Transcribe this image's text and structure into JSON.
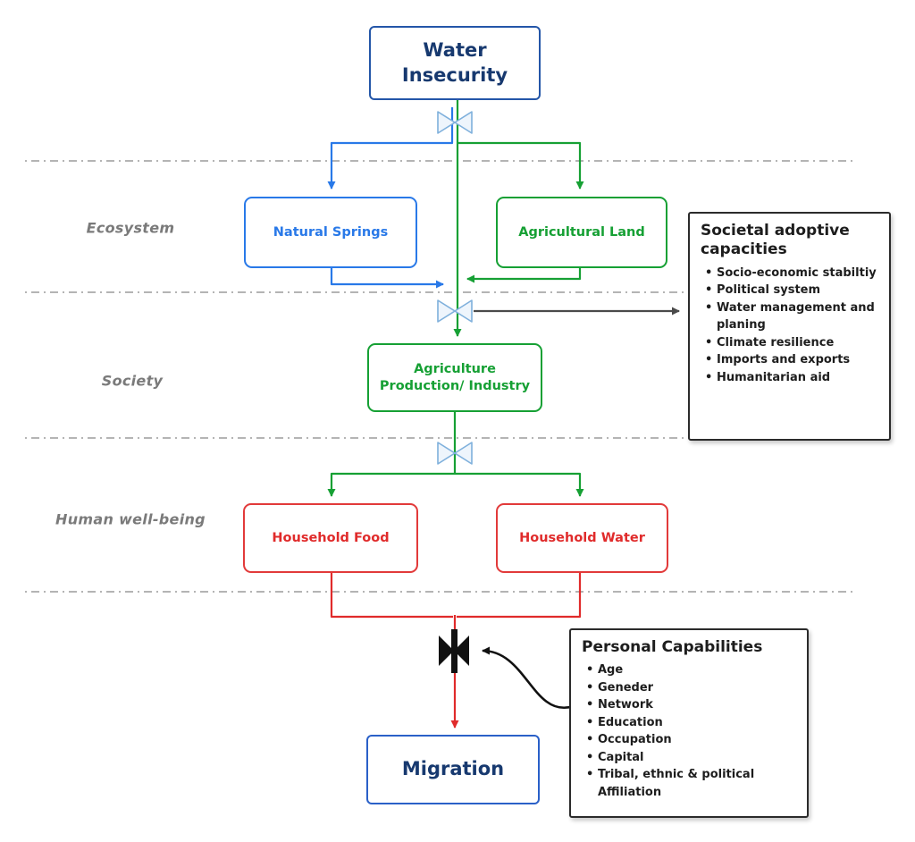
{
  "colors": {
    "navy": "#17396f",
    "blue": "#2979e8",
    "green": "#16a034",
    "red": "#e02b2b",
    "gray_arrow": "#4a4a4a",
    "valve_blue": "#7fb0dc",
    "divider_gray": "#9b9b9b",
    "panel_black": "#2b2b2b"
  },
  "zones": {
    "ecosystem": "Ecosystem",
    "society": "Society",
    "human_wellbeing": "Human well-being"
  },
  "nodes": {
    "water_insecurity": "Water\nInsecurity",
    "natural_springs": "Natural Springs",
    "agricultural_land": "Agricultural Land",
    "agriculture_production": "Agriculture\nProduction/ Industry",
    "household_food": "Household Food",
    "household_water": "Household Water",
    "migration": "Migration"
  },
  "panels": {
    "societal": {
      "title": "Societal adoptive capacities",
      "items": [
        "Socio-economic stabiltiy",
        "Political system",
        "Water management and planing",
        "Climate resilience",
        "Imports and exports",
        "Humanitarian aid"
      ]
    },
    "personal": {
      "title": "Personal Capabilities",
      "items": [
        "Age",
        "Geneder",
        "Network",
        "Education",
        "Occupation",
        "Capital",
        "Tribal, ethnic & political Affiliation"
      ]
    }
  }
}
